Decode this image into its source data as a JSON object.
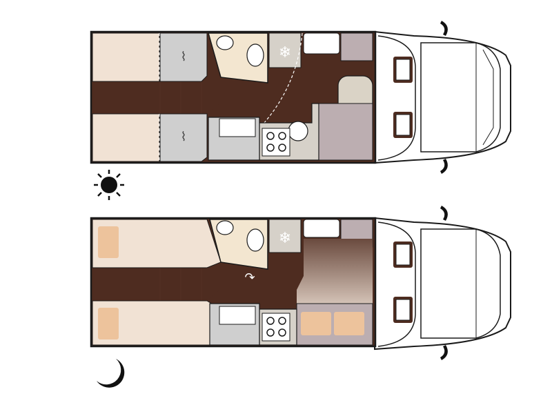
{
  "diagram": {
    "kind": "motorhome-floor-plan",
    "views": [
      {
        "id": "day",
        "mode_icon": "sun-icon"
      },
      {
        "id": "night",
        "mode_icon": "moon-icon"
      }
    ]
  },
  "colors": {
    "floor": "#4e2c20",
    "floor_stripe": "#5a3426",
    "bed": "#f1e2d4",
    "wardrobe": "#cfcfcf",
    "bath": "#f3e6d0",
    "kitchen": "#d6d1c9",
    "seat": "#bcaeb1",
    "table": "#dad3c6",
    "pillow": "#edc39c",
    "cab": "#ffffff",
    "cab_seat": "#4e2c20",
    "outline": "#1a1a1a",
    "icon": "#111111"
  }
}
